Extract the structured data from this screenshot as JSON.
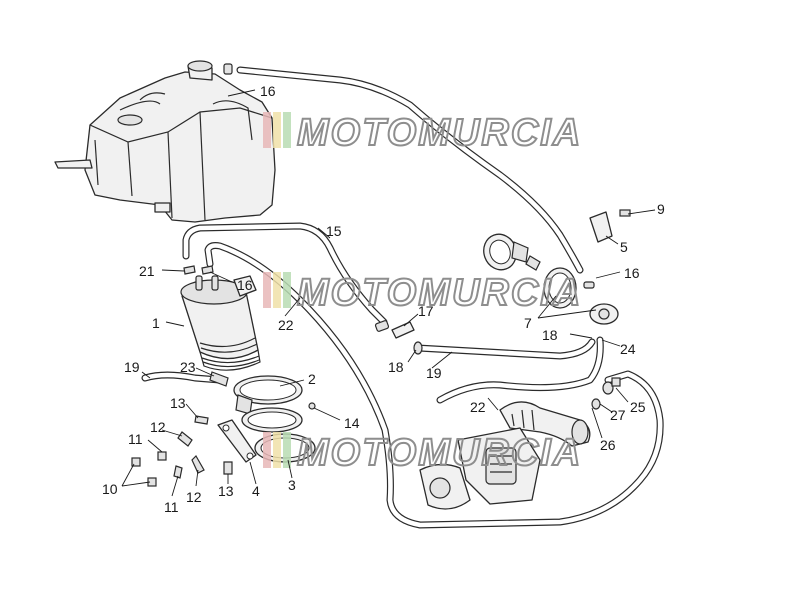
{
  "diagram": {
    "callouts": [
      {
        "id": "c16a",
        "text": "16"
      },
      {
        "id": "c9",
        "text": "9"
      },
      {
        "id": "c5",
        "text": "5"
      },
      {
        "id": "c15",
        "text": "15"
      },
      {
        "id": "c21",
        "text": "21"
      },
      {
        "id": "c16b",
        "text": "16"
      },
      {
        "id": "c16c",
        "text": "16"
      },
      {
        "id": "c1",
        "text": "1"
      },
      {
        "id": "c22a",
        "text": "22"
      },
      {
        "id": "c17",
        "text": "17"
      },
      {
        "id": "c7",
        "text": "7"
      },
      {
        "id": "c18a",
        "text": "18"
      },
      {
        "id": "c24",
        "text": "24"
      },
      {
        "id": "c18b",
        "text": "18"
      },
      {
        "id": "c19a",
        "text": "19"
      },
      {
        "id": "c19b",
        "text": "19"
      },
      {
        "id": "c23",
        "text": "23"
      },
      {
        "id": "c2",
        "text": "2"
      },
      {
        "id": "c13a",
        "text": "13"
      },
      {
        "id": "c14",
        "text": "14"
      },
      {
        "id": "c22b",
        "text": "22"
      },
      {
        "id": "c27",
        "text": "27"
      },
      {
        "id": "c25",
        "text": "25"
      },
      {
        "id": "c12a",
        "text": "12"
      },
      {
        "id": "c11a",
        "text": "11"
      },
      {
        "id": "c26",
        "text": "26"
      },
      {
        "id": "c10",
        "text": "10"
      },
      {
        "id": "c11b",
        "text": "11"
      },
      {
        "id": "c12b",
        "text": "12"
      },
      {
        "id": "c13b",
        "text": "13"
      },
      {
        "id": "c4",
        "text": "4"
      },
      {
        "id": "c3",
        "text": "3"
      }
    ]
  },
  "watermark": {
    "text": "MOTOMURCIA",
    "colors": [
      "#e8b7b7",
      "#f0e0a8",
      "#b9dcb3"
    ]
  }
}
